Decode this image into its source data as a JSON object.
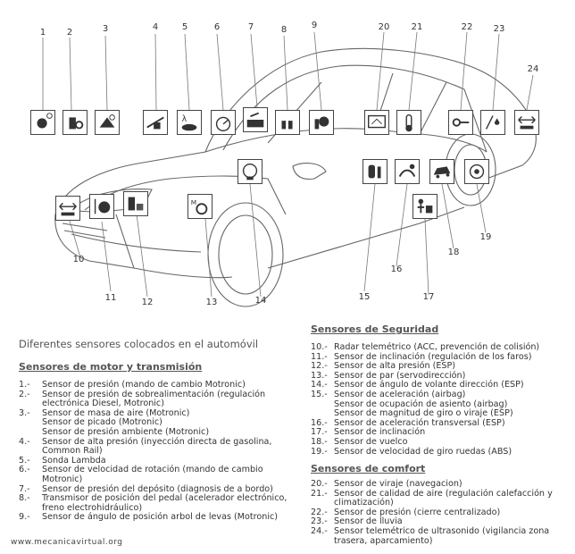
{
  "caption": "Diferentes sensores colocados en el automóvil",
  "footer": "www.mecanicavirtual.org",
  "callout_numbers": [
    "1",
    "2",
    "3",
    "4",
    "5",
    "6",
    "7",
    "8",
    "9",
    "10",
    "11",
    "12",
    "13",
    "14",
    "15",
    "16",
    "17",
    "18",
    "19",
    "20",
    "21",
    "22",
    "23",
    "24"
  ],
  "motor": {
    "title": "Sensores de motor y transmisión",
    "items": [
      {
        "num": "1.-",
        "lines": [
          "Sensor de presión (mando de cambio Motronic)"
        ]
      },
      {
        "num": "2.-",
        "lines": [
          "Sensor de presión de sobrealimentación (regulación",
          "electrónica Diesel, Motronic)"
        ]
      },
      {
        "num": "3.-",
        "lines": [
          "Sensor de masa de aire (Motronic)",
          "Sensor de picado (Motronic)",
          "Sensor de presión ambiente (Motronic)"
        ]
      },
      {
        "num": "4.-",
        "lines": [
          "Sensor de alta presión (inyección directa de gasolina,",
          "Common Rail)"
        ]
      },
      {
        "num": "5.-",
        "lines": [
          "Sonda Lambda"
        ]
      },
      {
        "num": "6.-",
        "lines": [
          "Sensor de velocidad de rotación (mando de cambio",
          "Motronic)"
        ]
      },
      {
        "num": "7.-",
        "lines": [
          "Sensor de presión del depósito (diagnosis de a bordo)"
        ]
      },
      {
        "num": "8.-",
        "lines": [
          "Transmisor de posición del pedal (acelerador electrónico,",
          "freno electrohidráulico)"
        ]
      },
      {
        "num": "9.-",
        "lines": [
          "Sensor de ángulo de posición arbol de levas (Motronic)"
        ]
      }
    ]
  },
  "seguridad": {
    "title": "Sensores de Seguridad",
    "items": [
      {
        "num": "10.-",
        "lines": [
          "Radar telemétrico (ACC, prevención de colisión)"
        ]
      },
      {
        "num": "11.-",
        "lines": [
          "Sensor de inclinación (regulación de los faros)"
        ]
      },
      {
        "num": "12.-",
        "lines": [
          "Sensor de alta presión (ESP)"
        ]
      },
      {
        "num": "13.-",
        "lines": [
          "Sensor de par (servodirección)"
        ]
      },
      {
        "num": "14.-",
        "lines": [
          "Sensor de ángulo de volante dirección (ESP)"
        ]
      },
      {
        "num": "15.-",
        "lines": [
          "Sensor de aceleración (airbag)",
          "Sensor de ocupación de asiento (airbag)",
          "Sensor de magnitud de giro o viraje (ESP)"
        ]
      },
      {
        "num": "16.-",
        "lines": [
          "Sensor de aceleración transversal (ESP)"
        ]
      },
      {
        "num": "17.-",
        "lines": [
          "Sensor de inclinación"
        ]
      },
      {
        "num": "18.-",
        "lines": [
          "Sensor de vuelco"
        ]
      },
      {
        "num": "19.-",
        "lines": [
          "Sensor de velocidad de giro ruedas (ABS)"
        ]
      }
    ]
  },
  "comfort": {
    "title": "Sensores de comfort",
    "items": [
      {
        "num": "20.-",
        "lines": [
          "Sensor de viraje (navegacion)"
        ]
      },
      {
        "num": "21.-",
        "lines": [
          "Sensor de calidad de aire (regulación calefacción y",
          "climatización)"
        ]
      },
      {
        "num": "22.-",
        "lines": [
          "Sensor de presión (cierre centralizado)"
        ]
      },
      {
        "num": "23.-",
        "lines": [
          "Sensor de lluvia"
        ]
      },
      {
        "num": "24.-",
        "lines": [
          "Sensor telemétrico de ultrasonido (vigilancia zona",
          "trasera, aparcamiento)"
        ]
      }
    ]
  },
  "colors": {
    "line": "#555555",
    "text": "#333333",
    "heading": "#555555"
  }
}
